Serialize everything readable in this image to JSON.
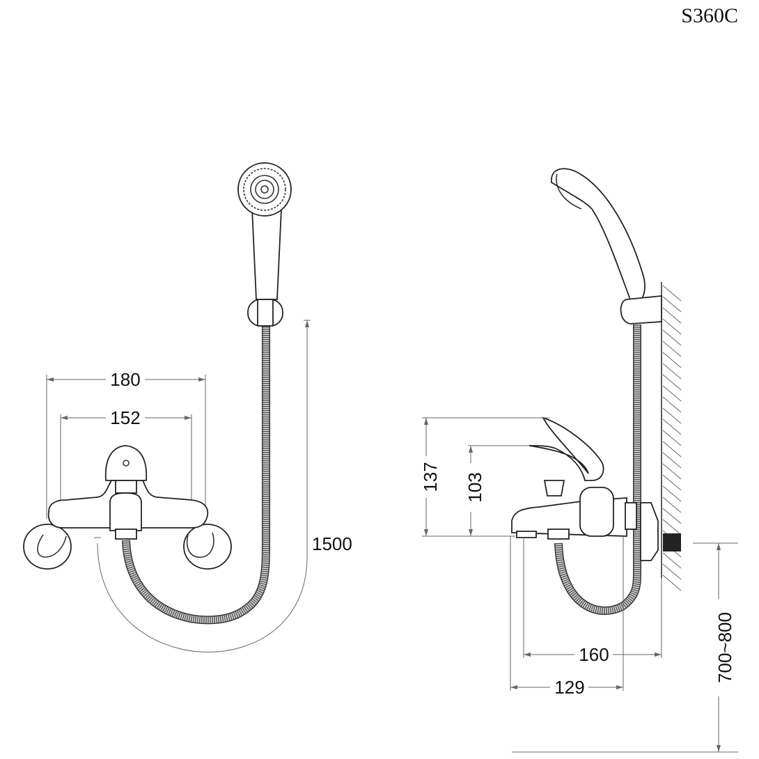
{
  "title": "S360C",
  "front_view": {
    "dimensions": {
      "width_outer": "180",
      "width_inner": "152",
      "hose_length": "1500"
    }
  },
  "side_view": {
    "dimensions": {
      "height_lever": "137",
      "height_body": "103",
      "depth_spout": "160",
      "depth_body": "129",
      "mounting_height": "700~800"
    }
  }
}
